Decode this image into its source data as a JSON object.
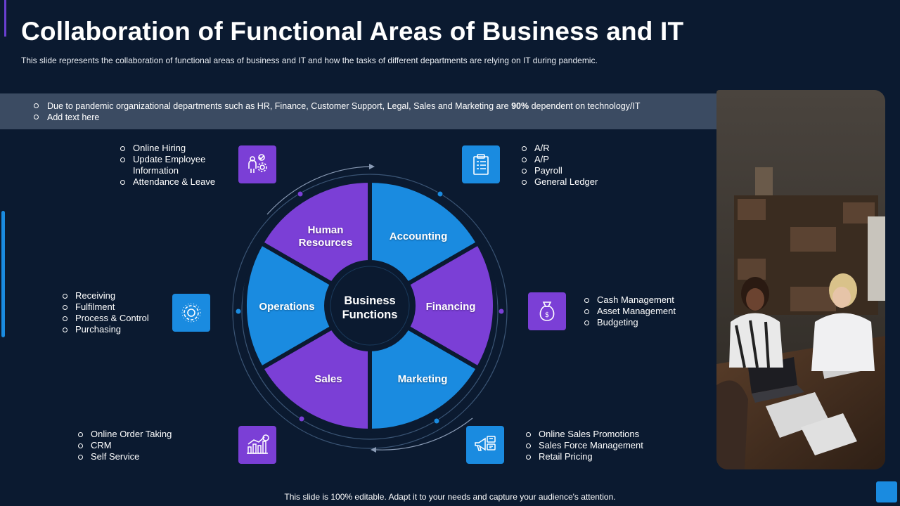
{
  "header": {
    "title": "Collaboration of Functional Areas of Business and IT",
    "subtitle": "This slide represents the collaboration of functional areas of business and IT and how the tasks of different departments are relying on IT during pandemic."
  },
  "band": {
    "line1_prefix": "Due to pandemic organizational departments such as HR, Finance, Customer Support, Legal, Sales and Marketing are ",
    "line1_bold": "90%",
    "line1_suffix": " dependent on technology/IT",
    "line2": "Add text here"
  },
  "wheel": {
    "center": "Business Functions",
    "segments": [
      {
        "label": "Accounting"
      },
      {
        "label": "Financing"
      },
      {
        "label": "Marketing"
      },
      {
        "label": "Sales"
      },
      {
        "label": "Operations"
      },
      {
        "label": "Human Resources"
      }
    ]
  },
  "areas": {
    "hr": [
      "Online Hiring",
      "Update Employee Information",
      "Attendance & Leave"
    ],
    "accounting": [
      "A/R",
      "A/P",
      "Payroll",
      "General Ledger"
    ],
    "operations": [
      "Receiving",
      "Fulfilment",
      "Process & Control",
      "Purchasing"
    ],
    "financing": [
      "Cash Management",
      "Asset Management",
      "Budgeting"
    ],
    "sales": [
      "Online Order Taking",
      "CRM",
      "Self Service"
    ],
    "marketing": [
      "Online Sales Promotions",
      "Sales Force Management",
      "Retail Pricing"
    ]
  },
  "icons": {
    "hr": "people-gear-icon",
    "accounting": "clipboard-icon",
    "operations": "gear-icon",
    "financing": "money-bag-icon",
    "sales": "bar-chart-icon",
    "marketing": "megaphone-icon"
  },
  "colors": {
    "purple": "#7b3fd6",
    "blue": "#1a8be0",
    "background": "#0b1a30",
    "band": "#3b4b62"
  },
  "footer": "This slide is 100% editable. Adapt it to your needs and capture your audience's attention."
}
